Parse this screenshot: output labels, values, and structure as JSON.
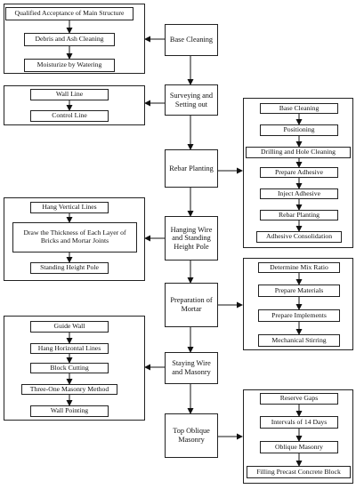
{
  "main_steps": [
    "Base Cleaning",
    "Surveying and Setting out",
    "Rebar Planting",
    "Hanging Wire and Standing Height Pole",
    "Preparation of Mortar",
    "Staying Wire and Masonry",
    "Top Oblique Masonry"
  ],
  "groups": {
    "base_cleaning": {
      "items": [
        "Qualified Acceptance of Main Structure",
        "Debris and Ash Cleaning",
        "Moisturize by Watering"
      ]
    },
    "surveying": {
      "items": [
        "Wall Line",
        "Control Line"
      ]
    },
    "rebar_planting": {
      "items": [
        "Base Cleaning",
        "Positioning",
        "Drilling and Hole Cleaning",
        "Prepare Adhesive",
        "Inject Adhesive",
        "Rebar Planting",
        "Adhesive Consolidation"
      ]
    },
    "hanging_wire": {
      "items": [
        "Hang Vertical Lines",
        "Draw the Thickness of Each Layer of Bricks and Mortar Joints",
        "Standing Height Pole"
      ]
    },
    "mortar": {
      "items": [
        "Determine Mix Ratio",
        "Prepare Materials",
        "Prepare Implements",
        "Mechanical Stirring"
      ]
    },
    "masonry": {
      "items": [
        "Guide Wall",
        "Hang Horizontal Lines",
        "Block Cutting",
        "Three-One Masonry Method",
        "Wall Pointing"
      ]
    },
    "top_oblique": {
      "items": [
        "Reserve Gaps",
        "Intervals of 14 Days",
        "Oblique Masonry",
        "Filling Precast Concrete Block"
      ]
    }
  }
}
